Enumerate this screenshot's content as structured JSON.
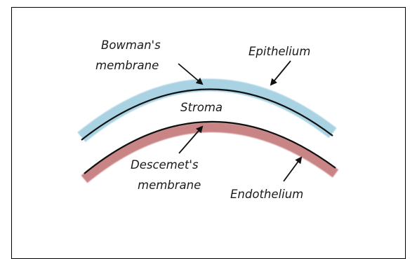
{
  "diagram": {
    "labels": {
      "bowman_line1": "Bowman's",
      "bowman_line2": "membrane",
      "epithelium": "Epithelium",
      "stroma": "Stroma",
      "descemet_line1": "Descemet's",
      "descemet_line2": "membrane",
      "endothelium": "Endothelium"
    },
    "colors": {
      "epithelium": "#a9d3e3",
      "endothelium": "#c98585",
      "membrane": "#111111",
      "arrow": "#111111"
    }
  }
}
